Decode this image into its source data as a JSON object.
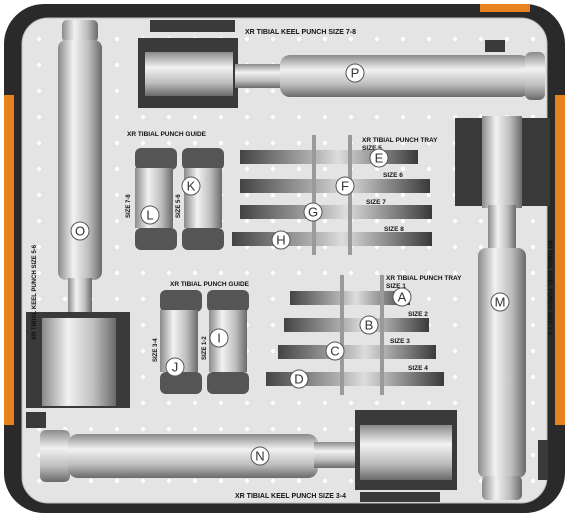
{
  "tray_labels": {
    "keel_7_8": "XR TIBIAL KEEL PUNCH SIZE 7-8",
    "keel_5_6": "XR TIBIAL KEEL PUNCH SIZE 5-6",
    "keel_1_2": "XR TIBIAL KEEL PUNCH SIZE 1-2",
    "keel_3_4": "XR TIBIAL KEEL PUNCH SIZE 3-4",
    "guide_top": "XR TIBIAL PUNCH GUIDE",
    "guide_bottom": "XR TIBIAL PUNCH GUIDE",
    "tray_top_line1": "XR TIBIAL PUNCH TRAY",
    "tray_top_line2": "SIZE 5",
    "tray_bottom_line1": "XR TIBIAL PUNCH TRAY",
    "tray_bottom_line2": "SIZE 1",
    "size_6": "SIZE 6",
    "size_7": "SIZE 7",
    "size_8": "SIZE 8",
    "size_2": "SIZE 2",
    "size_3": "SIZE 3",
    "size_4": "SIZE 4",
    "guide_size_7_8": "SIZE 7-8",
    "guide_size_5_6": "SIZE 5-6",
    "guide_size_3_4": "SIZE 3-4",
    "guide_size_1_2": "SIZE 1-2"
  },
  "callouts": {
    "A": "A",
    "B": "B",
    "C": "C",
    "D": "D",
    "E": "E",
    "F": "F",
    "G": "G",
    "H": "H",
    "I": "I",
    "J": "J",
    "K": "K",
    "L": "L",
    "M": "M",
    "N": "N",
    "O": "O",
    "P": "P"
  },
  "colors": {
    "frame": "#2a2a2a",
    "tray": "#e6e6e6",
    "accent": "#e8821e",
    "metal_light": "#d9d9d9",
    "metal_dark": "#555555"
  }
}
